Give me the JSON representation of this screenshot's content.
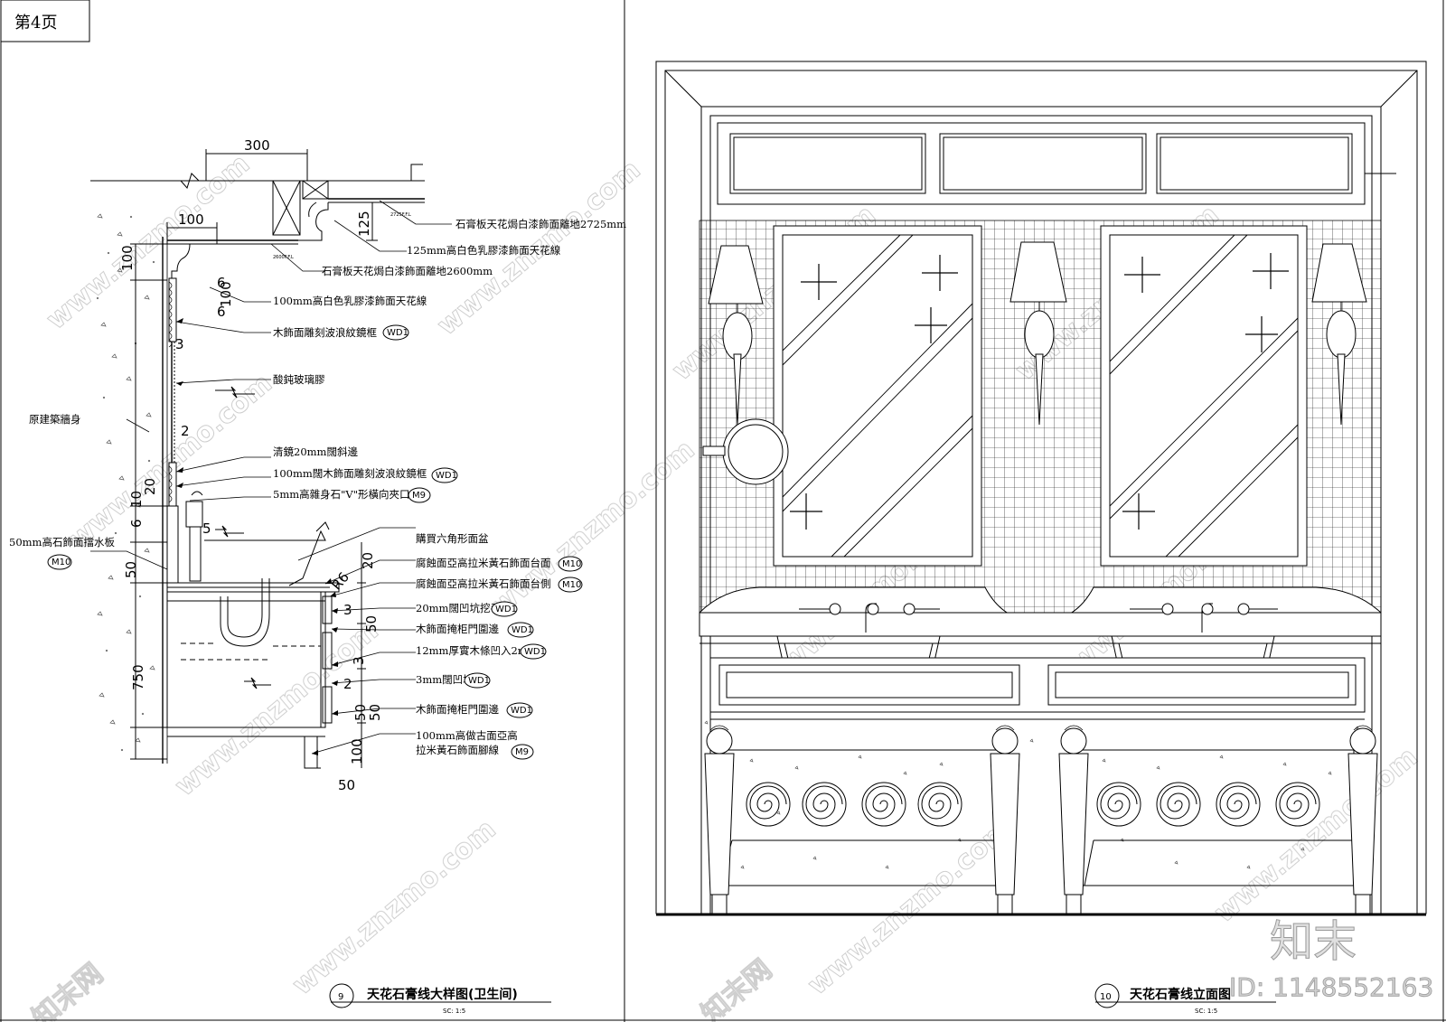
{
  "page_label": "第4页",
  "section_view": {
    "title": "天花石膏线大样图(卫生间)",
    "number": "9",
    "scale": "SC:   1:5",
    "dimensions": [
      "300",
      "100",
      "100",
      "125",
      "100",
      "6",
      "6",
      "3",
      "2",
      "5",
      "6",
      "10",
      "20",
      "20",
      "R6",
      "3",
      "50",
      "3",
      "2",
      "50",
      "50",
      "100",
      "750",
      "50",
      "50"
    ],
    "level_marks": [
      "2725F.F.L",
      "2600F.F.L"
    ],
    "wall_label": "原建築牆身",
    "callouts": [
      {
        "text": "石膏板天花焗白漆飾面離地2725mm",
        "tag": ""
      },
      {
        "text": "125mm高白色乳膠漆飾面天花線",
        "tag": ""
      },
      {
        "text": "石膏板天花焗白漆飾面離地2600mm",
        "tag": ""
      },
      {
        "text": "100mm高白色乳膠漆飾面天花線",
        "tag": ""
      },
      {
        "text": "木飾面雕刻波浪紋鏡框",
        "tag": "WD1"
      },
      {
        "text": "酸鈍玻璃膠",
        "tag": ""
      },
      {
        "text": "清鏡20mm闊斜邊",
        "tag": ""
      },
      {
        "text": "100mm闊木飾面雕刻波浪紋鏡框",
        "tag": "WD1"
      },
      {
        "text": "5mm高雜身石\"V\"形橫向夾口",
        "tag": "M9"
      },
      {
        "text": "購買六角形面盆",
        "tag": ""
      },
      {
        "text": "腐蝕面亞高拉米黃石飾面台面",
        "tag": "M10"
      },
      {
        "text": "腐蝕面亞高拉米黃石飾面台側",
        "tag": "M10"
      },
      {
        "text": "20mm闊凹坑挖手",
        "tag": "WD1"
      },
      {
        "text": "木飾面掩柜門圍邊",
        "tag": "WD1"
      },
      {
        "text": "12mm厚實木條凹入2mm",
        "tag": "WD1"
      },
      {
        "text": "3mm闊凹坑",
        "tag": "WD1"
      },
      {
        "text": "木飾面掩柜門圍邊",
        "tag": "WD1"
      },
      {
        "text": "100mm高做古面亞高",
        "tag": ""
      },
      {
        "text": "拉米黃石飾面腳線",
        "tag": "M9"
      }
    ],
    "left_callout": {
      "text": "50mm高石飾面擋水板",
      "tag": "M10"
    }
  },
  "elevation_view": {
    "title": "天花石膏线立面图",
    "number": "10",
    "scale": "SC:   1:5"
  },
  "watermark": {
    "site": "www.znzmo.com",
    "brand": "知末网",
    "logo": "知末",
    "id": "ID: 1148552163"
  }
}
